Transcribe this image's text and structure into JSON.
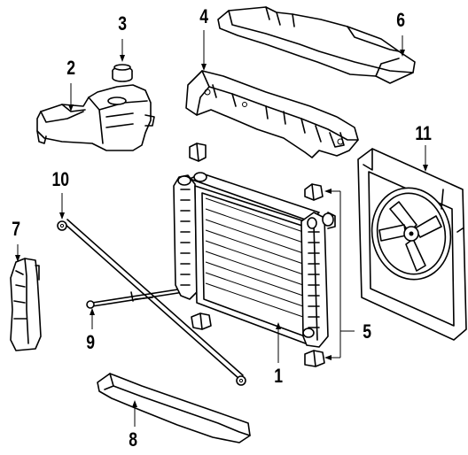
{
  "callouts": [
    {
      "id": "c1",
      "text": "1"
    },
    {
      "id": "c2",
      "text": "2"
    },
    {
      "id": "c3",
      "text": "3"
    },
    {
      "id": "c4",
      "text": "4"
    },
    {
      "id": "c5",
      "text": "5"
    },
    {
      "id": "c6",
      "text": "6"
    },
    {
      "id": "c7",
      "text": "7"
    },
    {
      "id": "c8",
      "text": "8"
    },
    {
      "id": "c9",
      "text": "9"
    },
    {
      "id": "c10",
      "text": "10"
    },
    {
      "id": "c11",
      "text": "11"
    }
  ],
  "colors": {
    "line": "#000000",
    "background": "#ffffff"
  }
}
